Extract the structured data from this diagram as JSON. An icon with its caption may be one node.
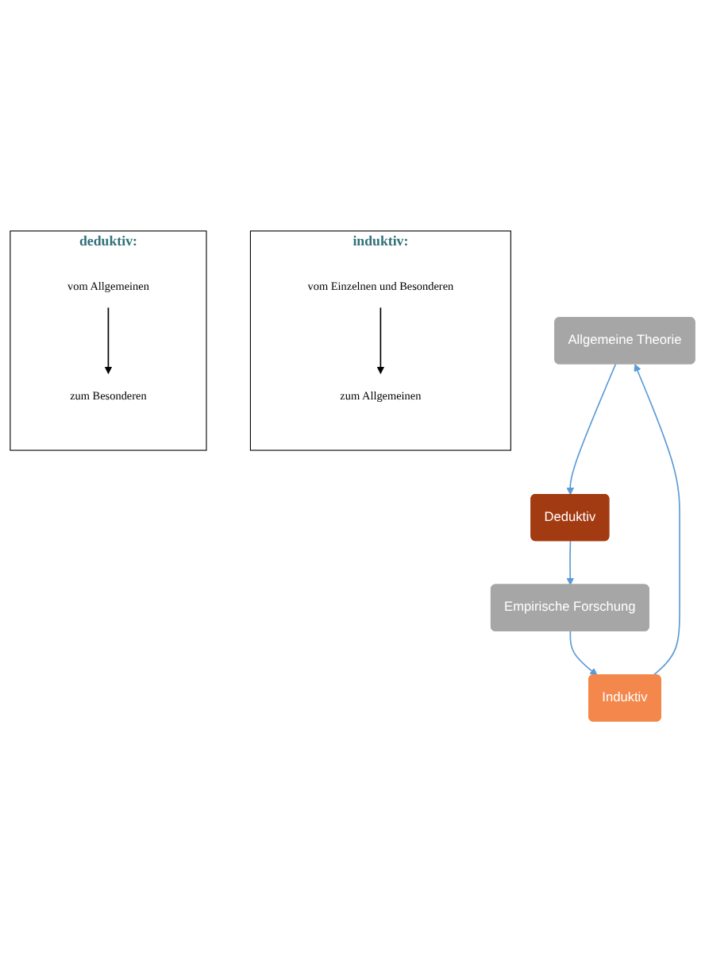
{
  "diagram": {
    "nodes": [
      {
        "text": [
          "Allgemeine Theorie"
        ]
      },
      {
        "text": [
          "Induktiv"
        ]
      },
      {
        "text": [
          "Deduktiv"
        ]
      },
      {
        "text": [
          "Empirische Forschung"
        ]
      },
      {
        "text": [
          "induktiv:"
        ]
      },
      {
        "text": [
          "vom Einzelnen und Besonderen"
        ],
        "in": 4
      },
      {
        "text": [
          "zum Allgemeinen"
        ],
        "in": 4
      },
      {
        "text": [
          "deduktiv:"
        ]
      },
      {
        "text": [
          "vom Allgemeinen"
        ],
        "in": 7
      },
      {
        "text": [
          "zum Besonderen"
        ],
        "in": 7
      }
    ],
    "edges": [
      {
        "from": 0,
        "to": 2,
        "arrow": "to"
      },
      {
        "from": 2,
        "to": 3,
        "arrow": "to"
      },
      {
        "from": 3,
        "to": 1,
        "arrow": "to"
      },
      {
        "from": 1,
        "to": 0,
        "arrow": "to"
      },
      {
        "from": 5,
        "to": 6,
        "arrow": "to",
        "color": "#000000"
      },
      {
        "from": 8,
        "to": 9,
        "arrow": "to",
        "color": "#000000"
      }
    ]
  }
}
